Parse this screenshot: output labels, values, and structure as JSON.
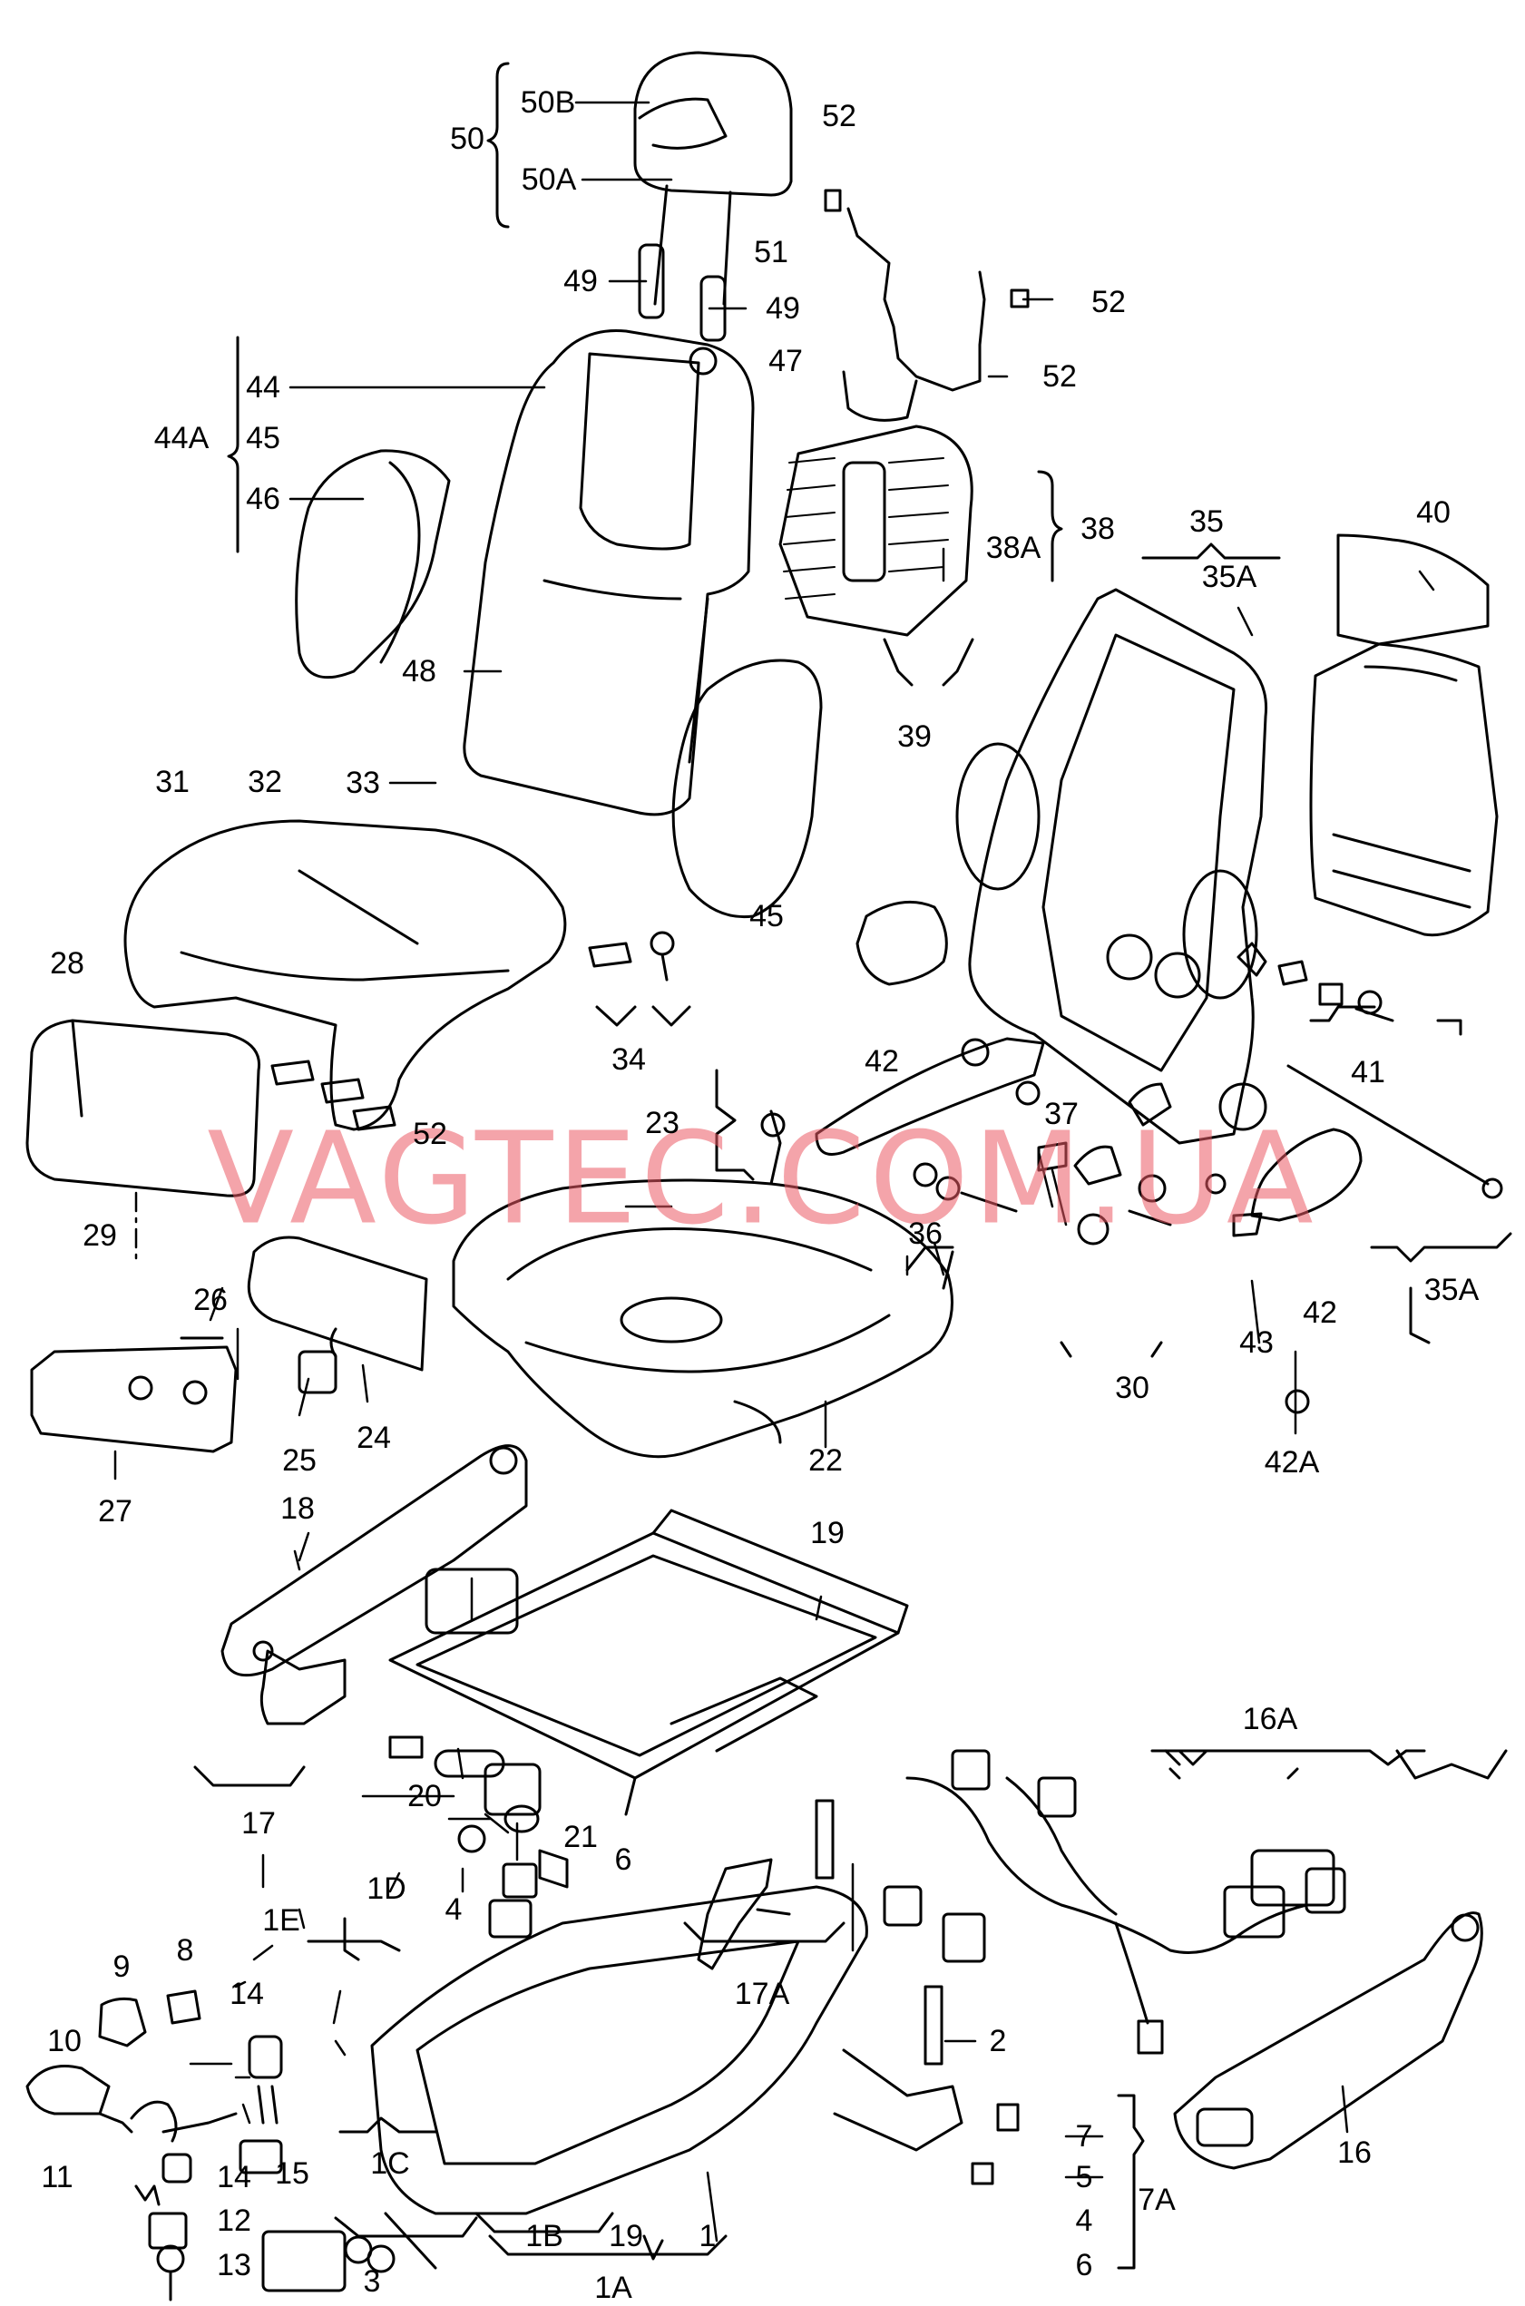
{
  "watermark": "VAGTEC.COM.UA",
  "labels": {
    "l50": "50",
    "l50B": "50B",
    "l50A": "50A",
    "l51": "51",
    "l52a": "52",
    "l52b": "52",
    "l52c": "52",
    "l49a": "49",
    "l49b": "49",
    "l47": "47",
    "l44A": "44A",
    "l44": "44",
    "l45a": "45",
    "l46": "46",
    "l38": "38",
    "l38A": "38A",
    "l39": "39",
    "l35": "35",
    "l35A": "35A",
    "l40": "40",
    "l48": "48",
    "l33": "33",
    "l31": "31",
    "l32": "32",
    "l45b": "45",
    "l42a": "42",
    "l41": "41",
    "l34": "34",
    "l28": "28",
    "l29": "29",
    "l52d": "52",
    "l23": "23",
    "l37": "37",
    "l36": "36",
    "l35Ab": "35A",
    "l42b": "42",
    "l43": "43",
    "l30": "30",
    "l42A": "42A",
    "l26": "26",
    "l24": "24",
    "l25": "25",
    "l27": "27",
    "l22": "22",
    "l18": "18",
    "l19a": "19",
    "l17": "17",
    "l20": "20",
    "l21": "21",
    "l16A": "16A",
    "l6a": "6",
    "l4a": "4",
    "l1D": "1D",
    "l1E": "1E",
    "l17A": "17A",
    "l9": "9",
    "l8": "8",
    "l14a": "14",
    "l10": "10",
    "l2": "2",
    "l11": "11",
    "l15": "15",
    "l14b": "14",
    "l1C": "1C",
    "l7": "7",
    "l5": "5",
    "l4b": "4",
    "l7A": "7A",
    "l6b": "6",
    "l12": "12",
    "l13": "13",
    "l3": "3",
    "l1B": "1B",
    "l19b": "19",
    "l1": "1",
    "l1A": "1A",
    "l16": "16"
  }
}
